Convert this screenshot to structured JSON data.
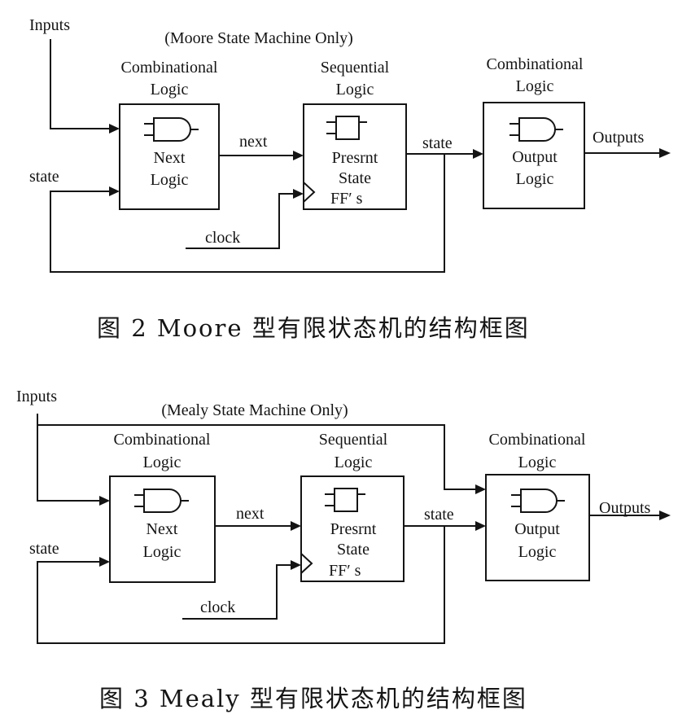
{
  "moore": {
    "inputs": "Inputs",
    "note": "(Moore State Machine Only)",
    "comb1_title_1": "Combinational",
    "comb1_title_2": "Logic",
    "seq_title_1": "Sequential",
    "seq_title_2": "Logic",
    "comb2_title_1": "Combinational",
    "comb2_title_2": "Logic",
    "next_box_1": "Next",
    "next_box_2": "Logic",
    "present_box_1": "Presrnt",
    "present_box_2": "State",
    "present_box_3": "FF′ s",
    "output_box_1": "Output",
    "output_box_2": "Logic",
    "next": "next",
    "state_in": "state",
    "state_out": "state",
    "clock": "clock",
    "outputs": "Outputs",
    "caption": "图 2   Moore 型有限状态机的结构框图"
  },
  "mealy": {
    "inputs": "Inputs",
    "note": "(Mealy State Machine Only)",
    "comb1_title_1": "Combinational",
    "comb1_title_2": "Logic",
    "seq_title_1": "Sequential",
    "seq_title_2": "Logic",
    "comb2_title_1": "Combinational",
    "comb2_title_2": "Logic",
    "next_box_1": "Next",
    "next_box_2": "Logic",
    "present_box_1": "Presrnt",
    "present_box_2": "State",
    "present_box_3": "FF′ s",
    "output_box_1": "Output",
    "output_box_2": "Logic",
    "next": "next",
    "state_in": "state",
    "state_out": "state",
    "clock": "clock",
    "outputs": "Outputs",
    "caption": "图 3   Mealy 型有限状态机的结构框图"
  }
}
